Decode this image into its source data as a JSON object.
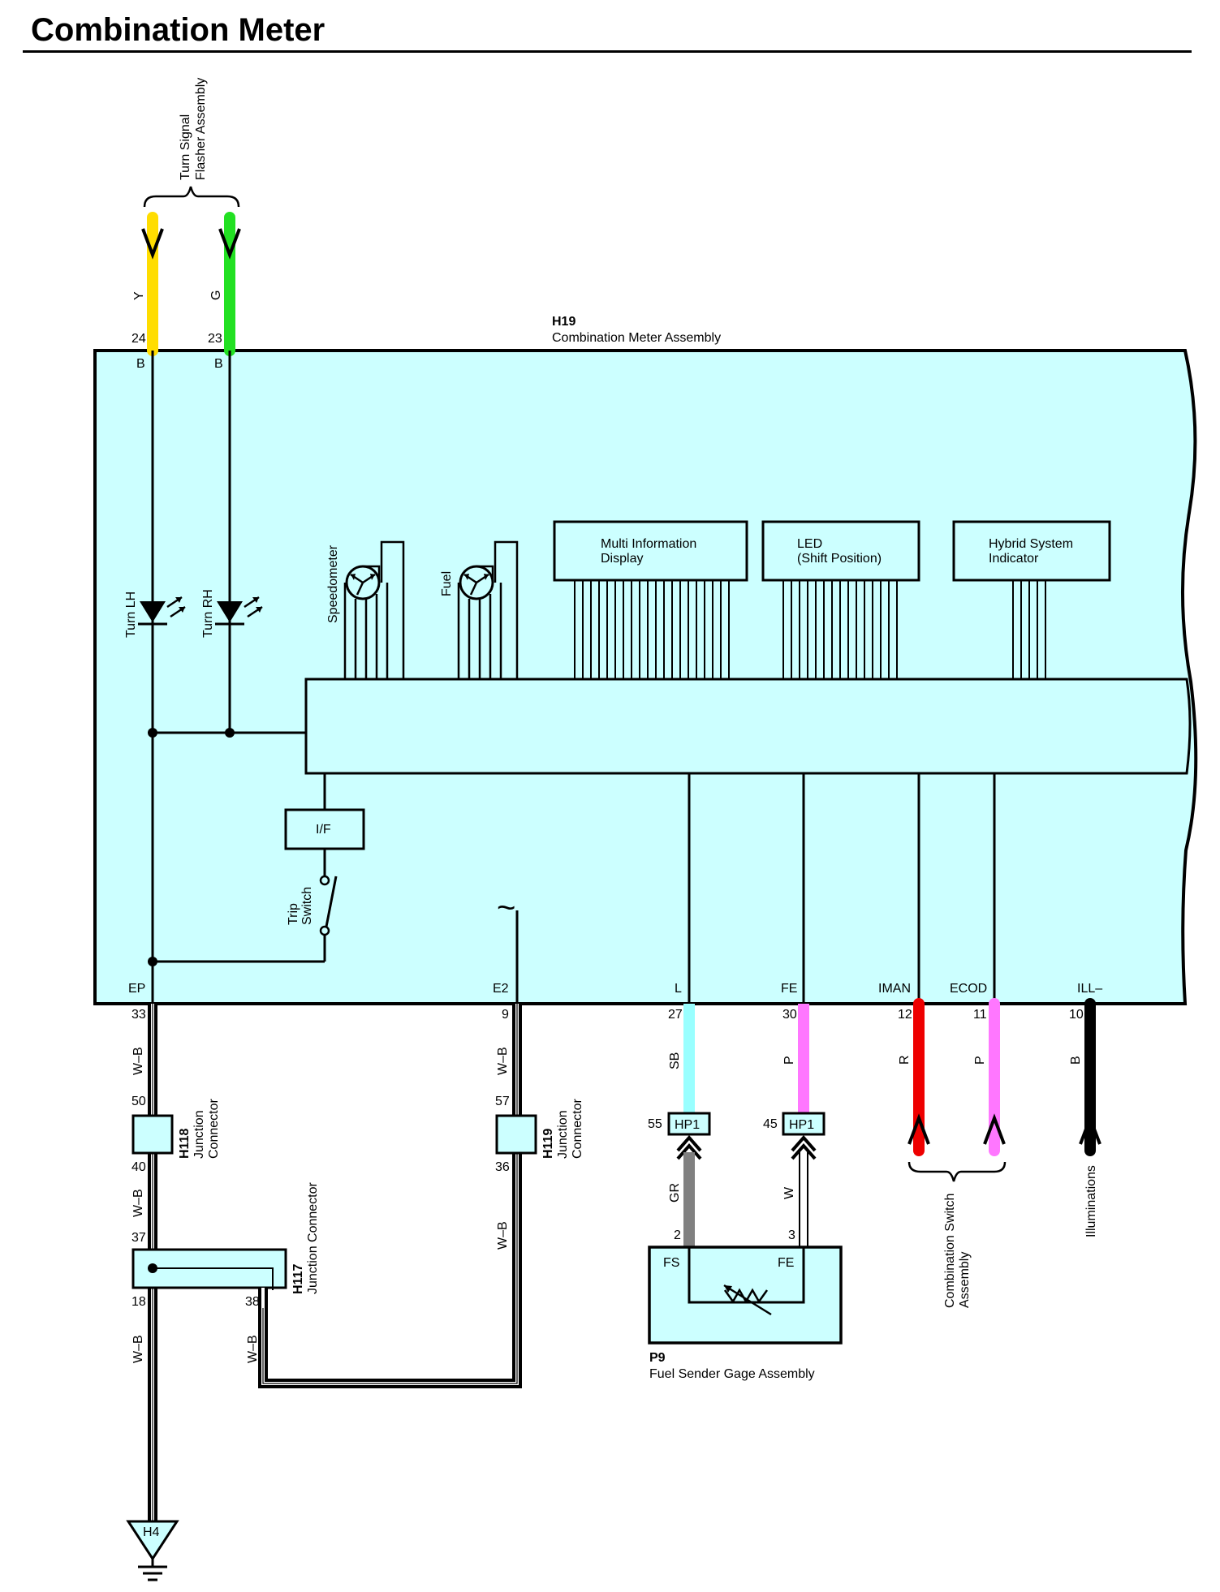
{
  "title": "Combination Meter",
  "colors": {
    "panel": "#ccffff",
    "wire_y": "#ffdd00",
    "wire_g": "#22e022",
    "wire_sb": "#99ffff",
    "wire_p": "#ff77ff",
    "wire_r": "#ee0000",
    "wire_b": "#000000",
    "wire_gr": "#808080",
    "wire_w": "#ffffff"
  },
  "flasher": {
    "label_line1": "Turn Signal",
    "label_line2": "Flasher Assembly"
  },
  "assembly": {
    "code": "H19",
    "name": "Combination Meter Assembly"
  },
  "top_pins": [
    {
      "wire": "Y",
      "pin": "24",
      "terminal": "B"
    },
    {
      "wire": "G",
      "pin": "23",
      "terminal": "B"
    }
  ],
  "components": {
    "turn_lh": "Turn LH",
    "turn_rh": "Turn RH",
    "speedometer": "Speedometer",
    "fuel": "Fuel",
    "mid_line1": "Multi Information",
    "mid_line2": "Display",
    "led_line1": "LED",
    "led_line2": "(Shift Position)",
    "hybrid_line1": "Hybrid System",
    "hybrid_line2": "Indicator",
    "if": "I/F",
    "trip_line1": "Trip",
    "trip_line2": "Switch",
    "tilde": "~"
  },
  "bottom_pins": [
    {
      "terminal": "EP",
      "pin": "33",
      "wire": "W–B"
    },
    {
      "terminal": "E2",
      "pin": "9",
      "wire": "W–B"
    },
    {
      "terminal": "L",
      "pin": "27",
      "wire": "SB"
    },
    {
      "terminal": "FE",
      "pin": "30",
      "wire": "P"
    },
    {
      "terminal": "IMAN",
      "pin": "12",
      "wire": "R"
    },
    {
      "terminal": "ECOD",
      "pin": "11",
      "wire": "P"
    },
    {
      "terminal": "ILL–",
      "pin": "10",
      "wire": "B"
    }
  ],
  "h118": {
    "code": "H118",
    "line1": "Junction",
    "line2": "Connector",
    "pin_top": "50",
    "pin_bottom": "40",
    "wire_below": "W–B"
  },
  "h119": {
    "code": "H119",
    "line1": "Junction",
    "line2": "Connector",
    "pin_top": "57",
    "pin_bottom": "36",
    "wire_below": "W–B"
  },
  "h117": {
    "code": "H117",
    "name": "Junction Connector",
    "pin_top": "37",
    "pin_left": "18",
    "pin_right": "38",
    "wire_left": "W–B",
    "wire_right": "W–B"
  },
  "hp1_left": {
    "code": "HP1",
    "pin": "55",
    "wire_below": "GR",
    "pin_below": "2"
  },
  "hp1_right": {
    "code": "HP1",
    "pin": "45",
    "wire_below": "W",
    "pin_below": "3"
  },
  "p9": {
    "code": "P9",
    "name": "Fuel Sender Gage Assembly",
    "fs": "FS",
    "fe": "FE"
  },
  "combo_switch": {
    "line1": "Combination Switch",
    "line2": "Assembly"
  },
  "illuminations": "Illuminations",
  "ground": "H4"
}
